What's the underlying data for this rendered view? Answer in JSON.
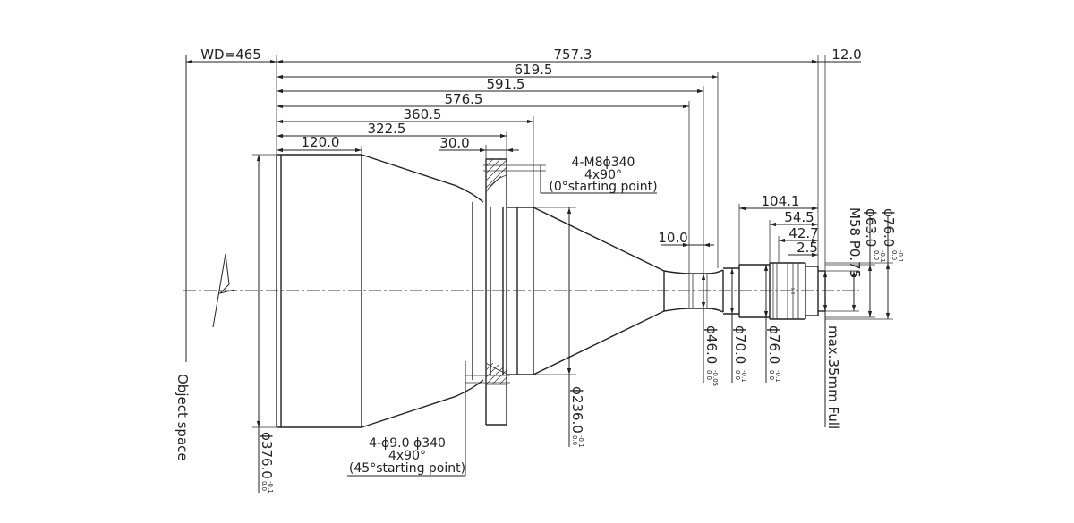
{
  "drawing": {
    "working_distance": "WD=465",
    "object_space": "Object space",
    "dims": {
      "overall_length": "757.3",
      "mount_length": "12.0",
      "l_619": "619.5",
      "l_591": "591.5",
      "l_576": "576.5",
      "l_360": "360.5",
      "l_322": "322.5",
      "front_length": "120.0",
      "flange_width": "30.0",
      "l_104": "104.1",
      "l_54": "54.5",
      "l_42": "42.7",
      "l_2": "2.5",
      "groove": "10.0"
    },
    "diameters": {
      "d376": "ϕ376.0",
      "d236": "ϕ236.0",
      "d46": "ϕ46.0",
      "d70": "ϕ70.0",
      "d76_lower": "ϕ76.0",
      "d76_upper": "ϕ76.0",
      "d63": "ϕ63.0",
      "thread": "M58 P0.75"
    },
    "tolerances": {
      "upper_0": "0.0",
      "lower_01": "-0.1",
      "lower_005": "-0.05"
    },
    "notes": {
      "tap_line1": "4-M8ϕ340",
      "tap_line2": "4x90°",
      "tap_line3": "(0°starting point)",
      "hole_line1": "4-ϕ9.0  ϕ340",
      "hole_line2": "4x90°",
      "hole_line3": "(45°starting point)",
      "sensor": "max.35mm Full"
    }
  }
}
